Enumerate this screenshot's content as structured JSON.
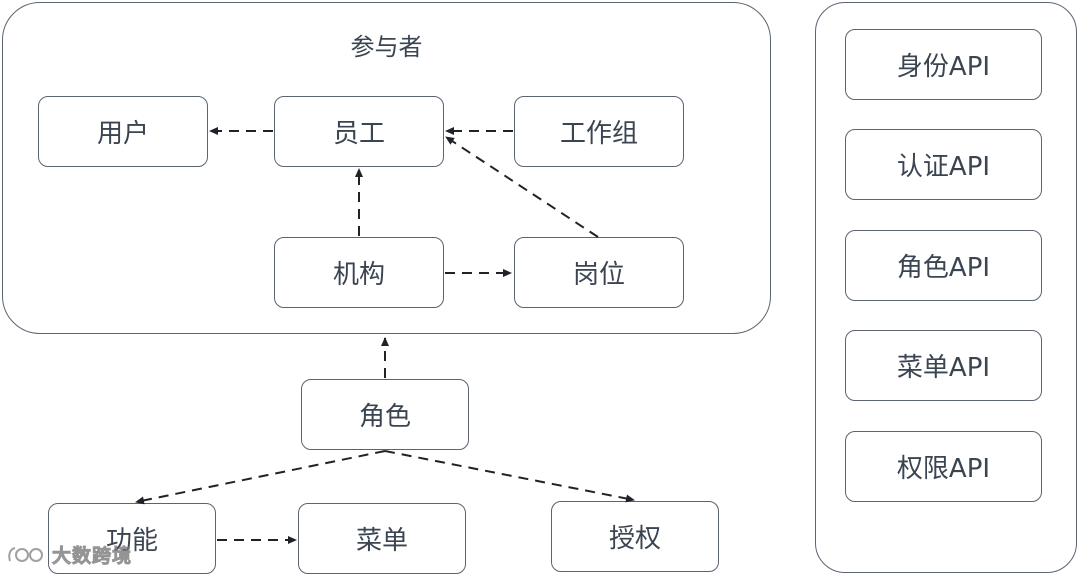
{
  "participants": {
    "title": "参与者",
    "user": "用户",
    "employee": "员工",
    "workgroup": "工作组",
    "organization": "机构",
    "position": "岗位"
  },
  "access": {
    "role": "角色",
    "function": "功能",
    "menu": "菜单",
    "authorization": "授权"
  },
  "apis": {
    "items": [
      "身份API",
      "认证API",
      "角色API",
      "菜单API",
      "权限API"
    ]
  },
  "watermark": {
    "text": "大数跨境"
  },
  "colors": {
    "stroke": "#5b6470",
    "text": "#3b4552",
    "edge": "#1f2329"
  }
}
